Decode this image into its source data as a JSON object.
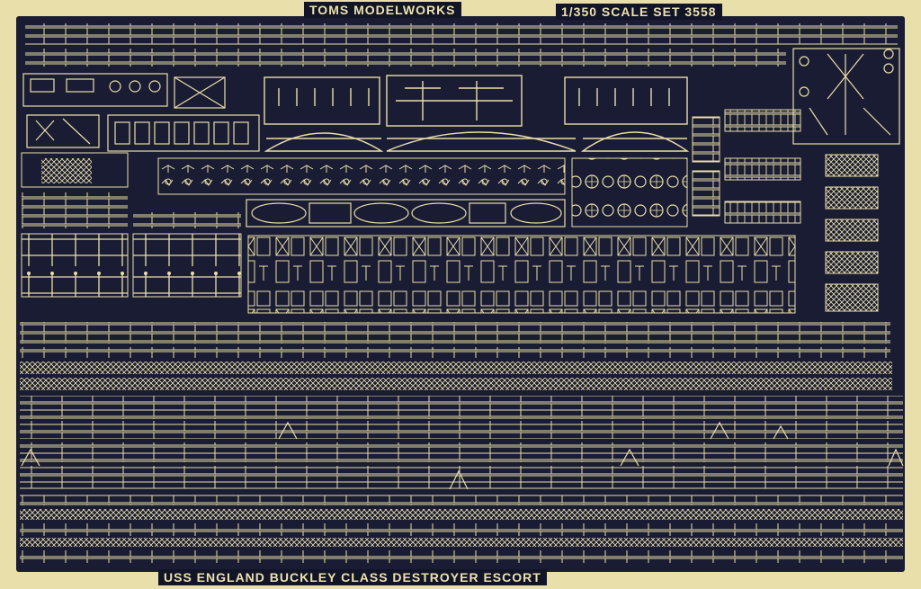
{
  "sheet": {
    "header_left": "TOMS MODELWORKS",
    "header_right": "1/350 SCALE SET 3558",
    "footer": "USS ENGLAND   BUCKLEY CLASS DESTROYER ESCORT"
  },
  "colors": {
    "brass": "#e9dfaa",
    "etch_background": "#1a1c33",
    "label_background": "#121428"
  }
}
